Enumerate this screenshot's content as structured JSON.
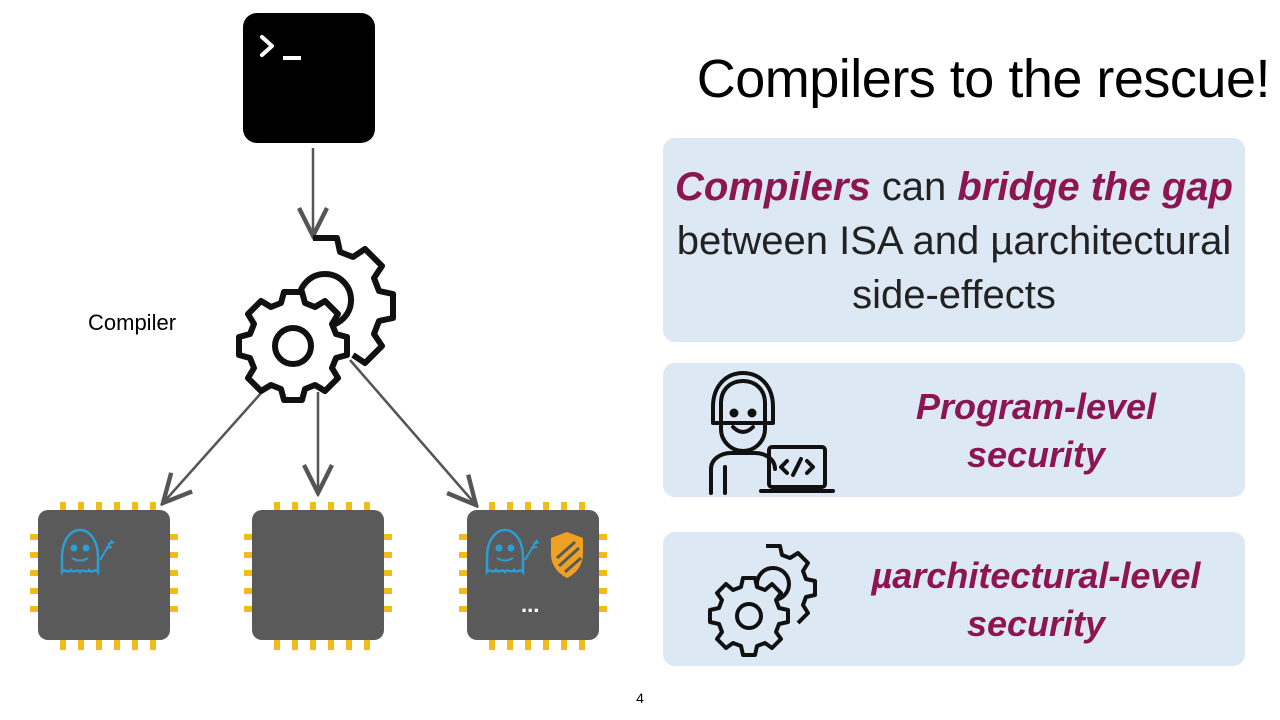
{
  "slide": {
    "title": "Compilers to the rescue!",
    "page_number": "4"
  },
  "diagram": {
    "compiler_label": "Compiler",
    "chip3_ellipsis": "..."
  },
  "cards": {
    "card1": {
      "w1": "Compilers",
      "w2": " can ",
      "w3": "bridge the gap",
      "w4": " between ISA and µarchitectural side-effects"
    },
    "card2": {
      "label": "Program-level security"
    },
    "card3": {
      "label": "µarchitectural-level security"
    }
  },
  "colors": {
    "accent": "#8c1552",
    "card_bg": "#dce8f3",
    "chip_body": "#5a5a5a",
    "chip_pins": "#f2bb1c",
    "ghost": "#2a9fd6",
    "shield": "#f0a022"
  },
  "icons": [
    "terminal-icon",
    "gears-icon",
    "spectre-ghost-icon",
    "meltdown-shield-icon",
    "programmer-icon",
    "gears-icon-small"
  ]
}
